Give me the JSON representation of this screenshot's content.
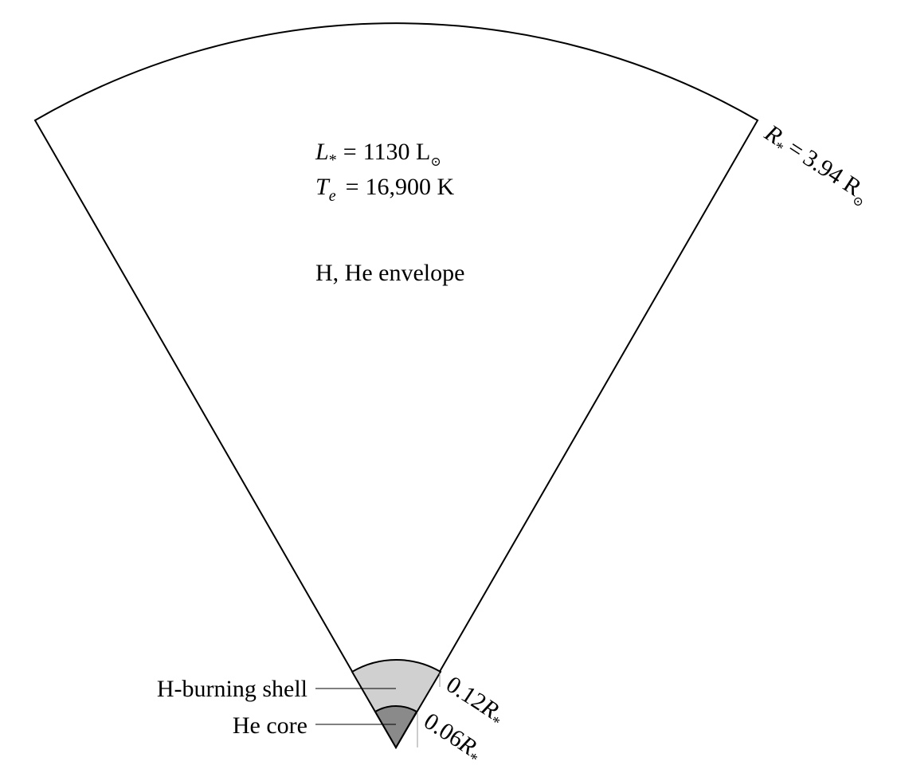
{
  "stellar_properties": {
    "luminosity": {
      "symbol": "L",
      "subscript": "*",
      "equals": "=",
      "value": "1130 L",
      "unit_subscript": "⊙"
    },
    "temperature": {
      "symbol": "T",
      "subscript": "e",
      "equals": "=",
      "value": "16,900 K"
    }
  },
  "regions": {
    "envelope": {
      "label": "H, He envelope",
      "fill": "#ffffff"
    },
    "shell": {
      "label": "H-burning shell",
      "fill": "#d0d0d0"
    },
    "core": {
      "label": "He core",
      "fill": "#8a8a8a"
    }
  },
  "radius_labels": {
    "total": {
      "symbol": "R",
      "subscript": "*",
      "equals": "=",
      "value": "3.94 R",
      "unit_subscript": "⊙"
    },
    "shell": {
      "value": "0.12",
      "symbol": "R",
      "subscript": "*"
    },
    "core": {
      "value": "0.06",
      "symbol": "R",
      "subscript": "*"
    }
  },
  "colors": {
    "stroke": "#000000",
    "background": "#ffffff"
  }
}
